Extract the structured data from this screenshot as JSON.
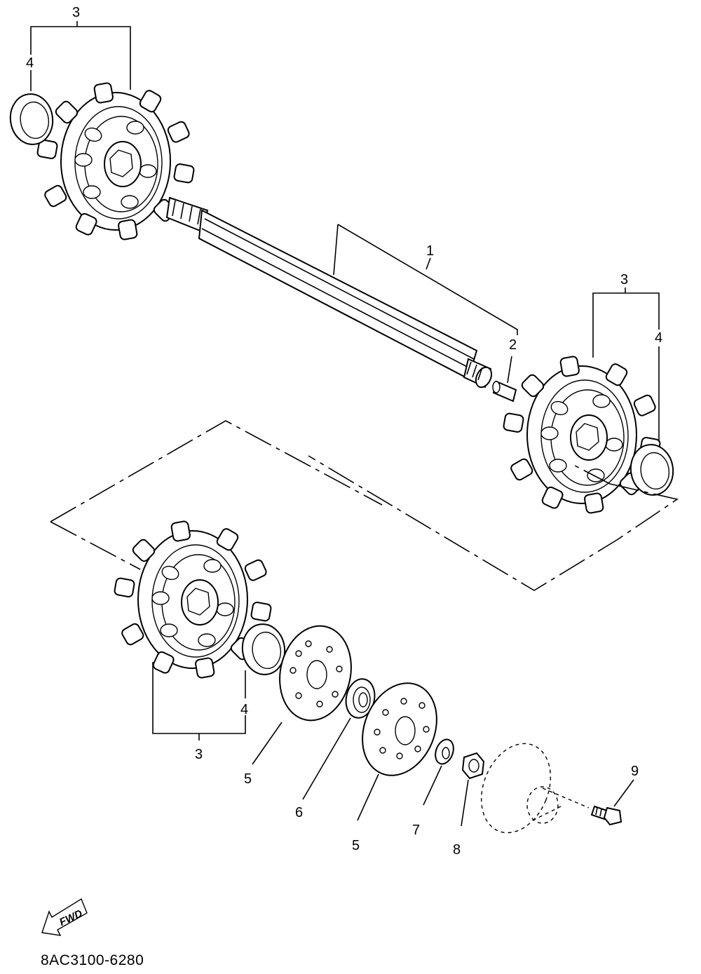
{
  "diagram": {
    "callouts": {
      "shaft": "1",
      "pin": "2",
      "sprocket_top_left": "3",
      "bushing_top_left": "4",
      "sprocket_right": "3",
      "bushing_right": "4",
      "sprocket_bottom": "3",
      "bushing_bottom": "4",
      "plate_left": "5",
      "bearing": "6",
      "plate_right": "5",
      "washer": "7",
      "nut": "8",
      "bolt": "9"
    },
    "fwd_label": "FWD",
    "drawing_code": "8AC3100-6280"
  }
}
